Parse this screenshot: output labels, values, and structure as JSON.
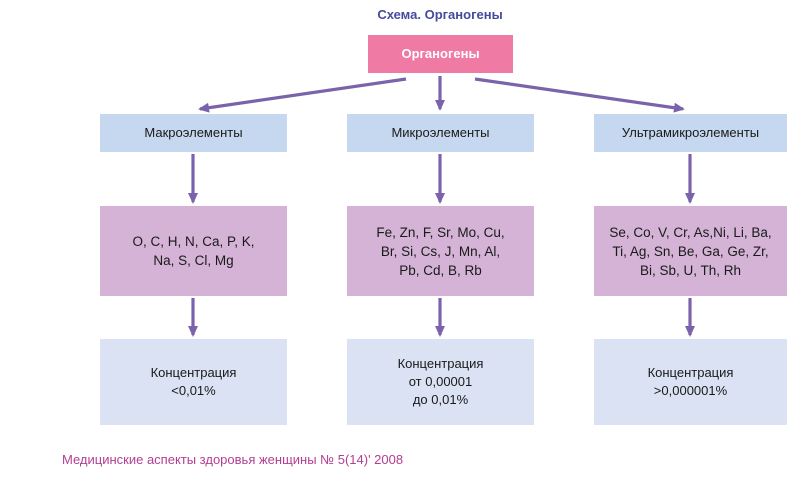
{
  "title": "Схема. Органогены",
  "root": {
    "label": "Органогены"
  },
  "columns": [
    {
      "category": "Макроэлементы",
      "elements": "O, C, H, N, Ca, P, K,\nNa, S, Cl, Mg",
      "concentration": "Концентрация\n<0,01%"
    },
    {
      "category": "Микроэлементы",
      "elements": "Fe, Zn, F, Sr, Mo, Cu,\nBr, Si, Cs, J, Mn, Al,\nPb, Cd, B, Rb",
      "concentration": "Концентрация\nот 0,00001\nдо 0,01%"
    },
    {
      "category": "Ультрамикроэлементы",
      "elements": "Se, Co, V, Cr, As,Ni, Li, Ba,\nTi, Ag, Sn, Be, Ga, Ge, Zr,\nBi, Sb, U, Th, Rh",
      "concentration": "Концентрация\n>0,000001%"
    }
  ],
  "footer": "Медицинские аспекты здоровья женщины № 5(14)' 2008",
  "colors": {
    "c-pink": "#ef7ba5",
    "c-blue": "#c6d8ef",
    "c-mauve": "#d4b3d6",
    "c-lavender": "#dbe2f4",
    "c-arrow": "#7b63ab",
    "c-title": "#454a9c",
    "c-footer": "#b23e93",
    "c-text": "#1a1a1a"
  }
}
